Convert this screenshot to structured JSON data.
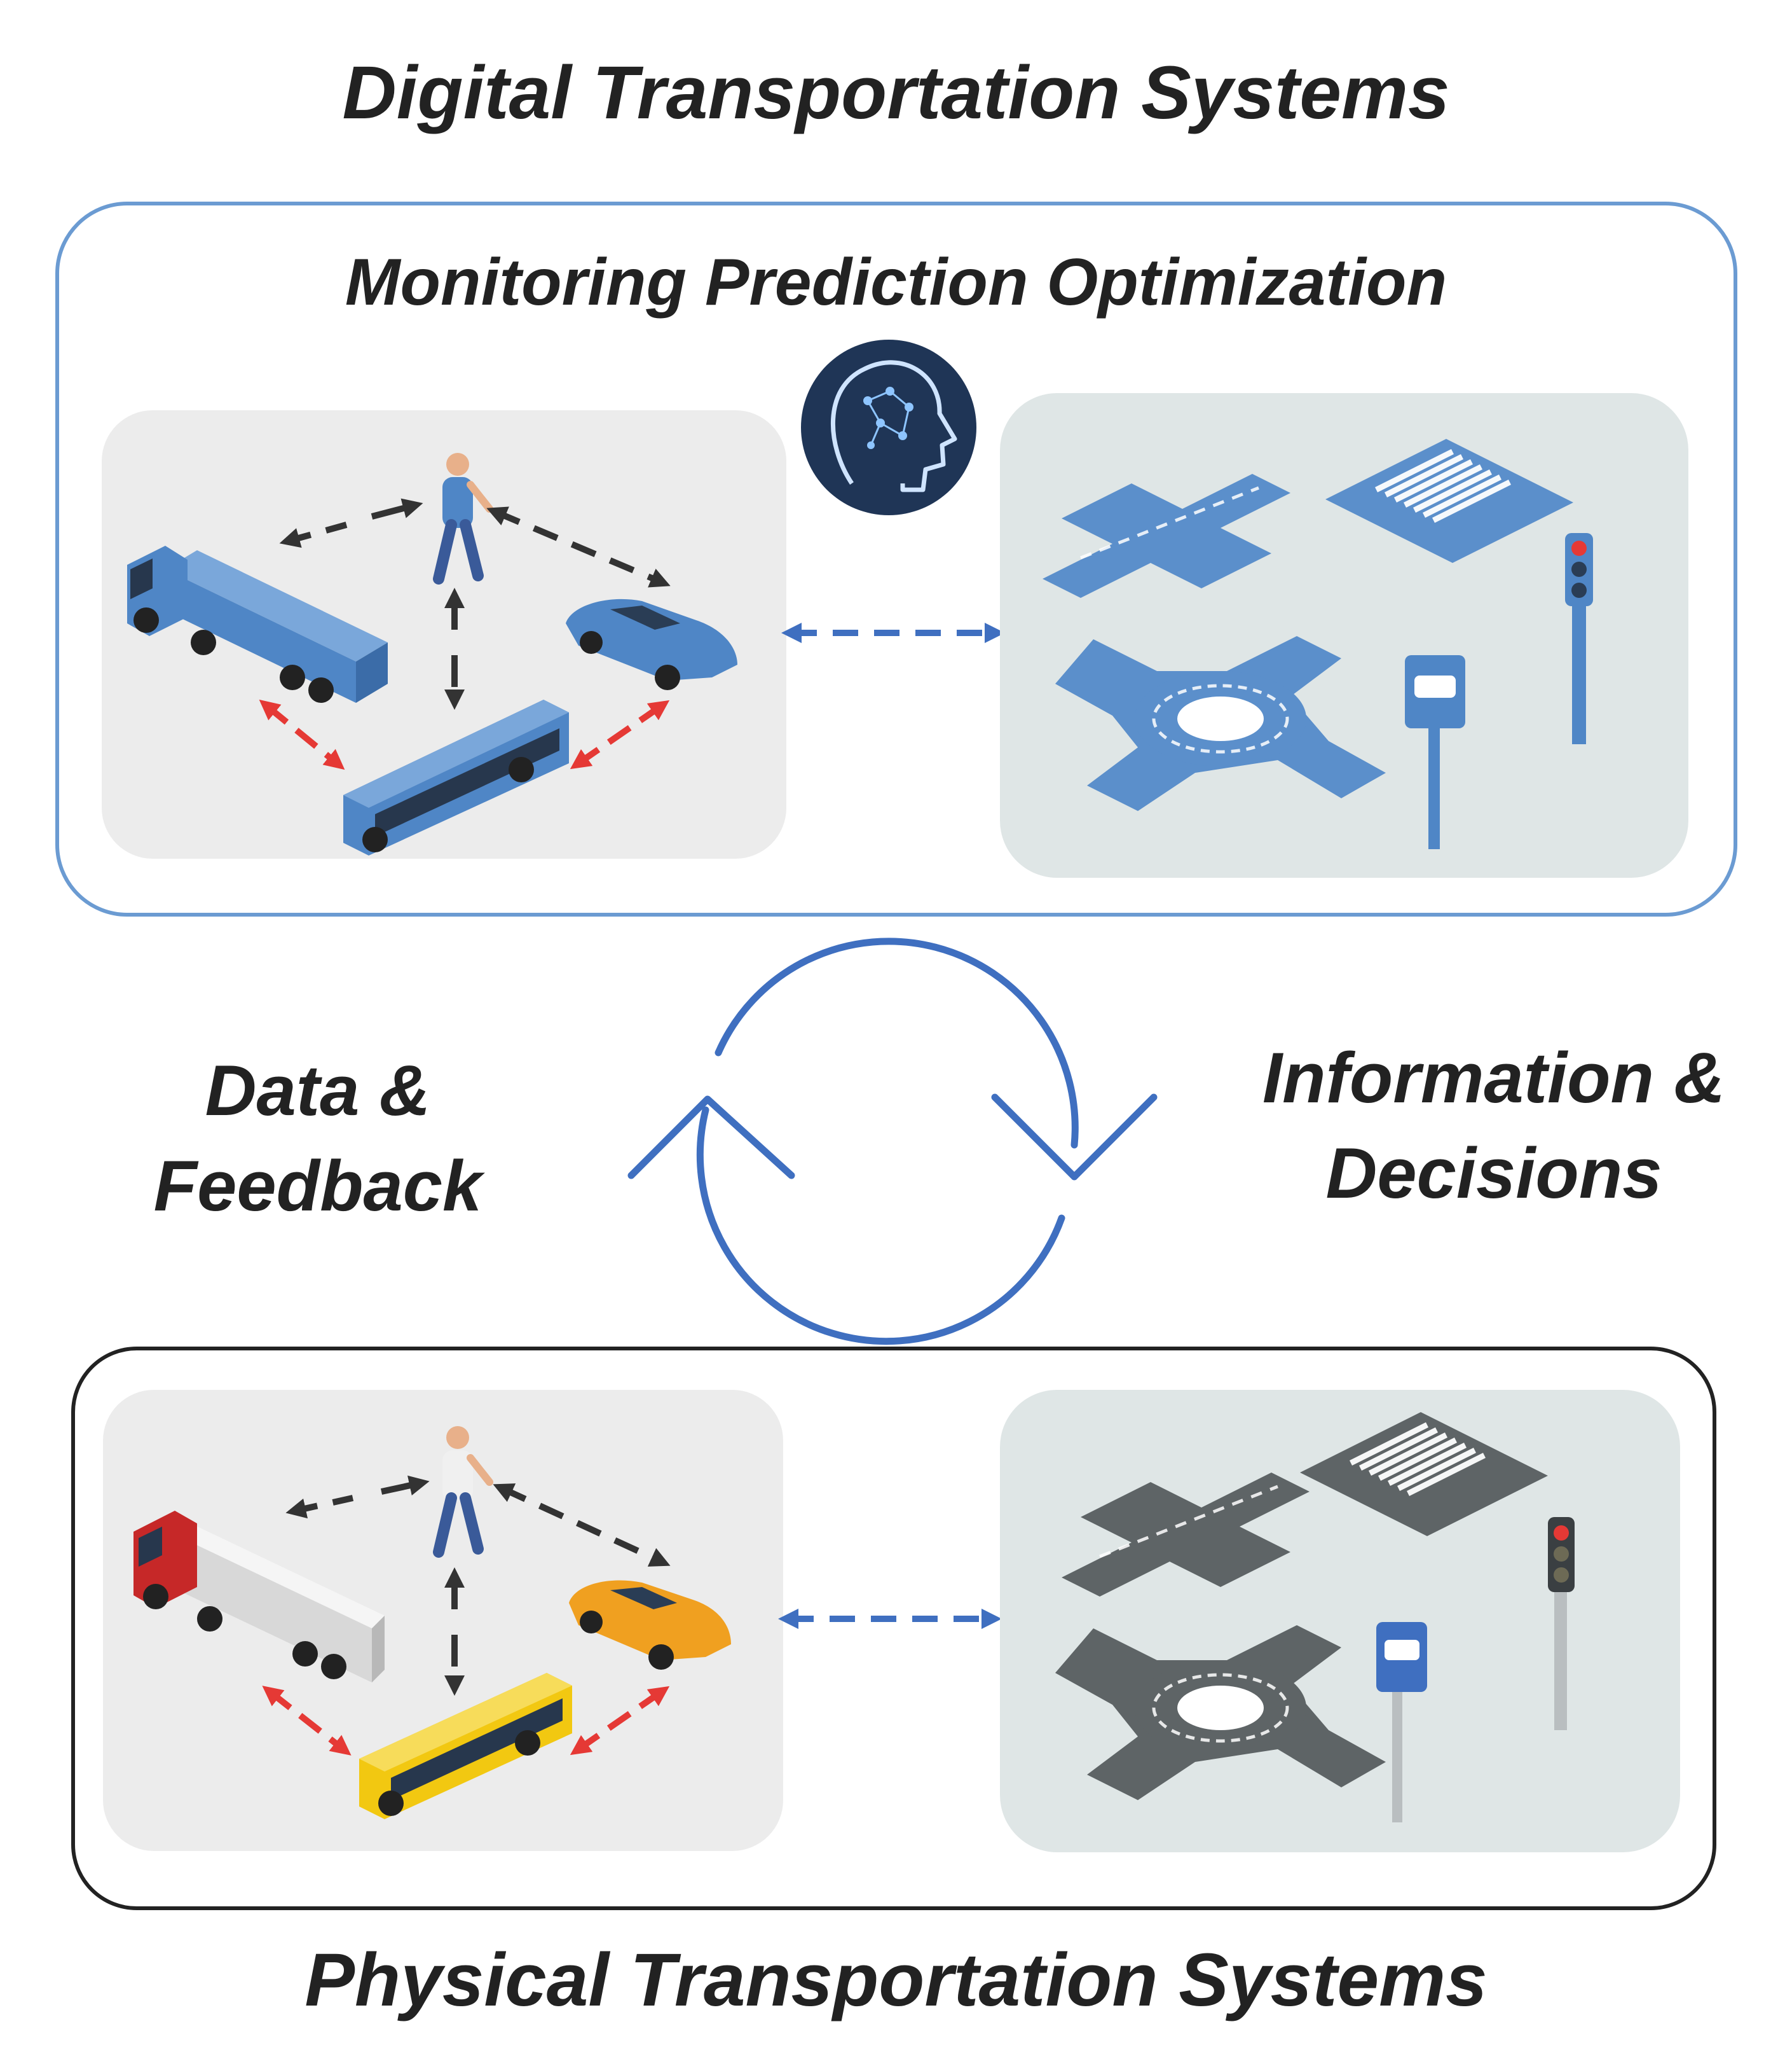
{
  "digital": {
    "title": "Digital Transportation Systems",
    "subtitle": "Monitoring Prediction Optimization"
  },
  "loop": {
    "left_line1": "Data &",
    "left_line2": "Feedback",
    "right_line1": "Information &",
    "right_line2": "Decisions"
  },
  "physical": {
    "title": "Physical Transportation Systems"
  },
  "colors": {
    "digital_border": "#6b9bd2",
    "physical_border": "#222222",
    "loop": "#3f6fc0",
    "digital_vehicle": "#4f86c6",
    "truck_cab": "#c62828",
    "bus_physical": "#f2c811",
    "car_physical": "#f0a020",
    "road_digital": "#5b8fcb",
    "road_physical": "#5e6466",
    "conflict_arrow": "#e53935",
    "interaction_arrow": "#333333"
  }
}
